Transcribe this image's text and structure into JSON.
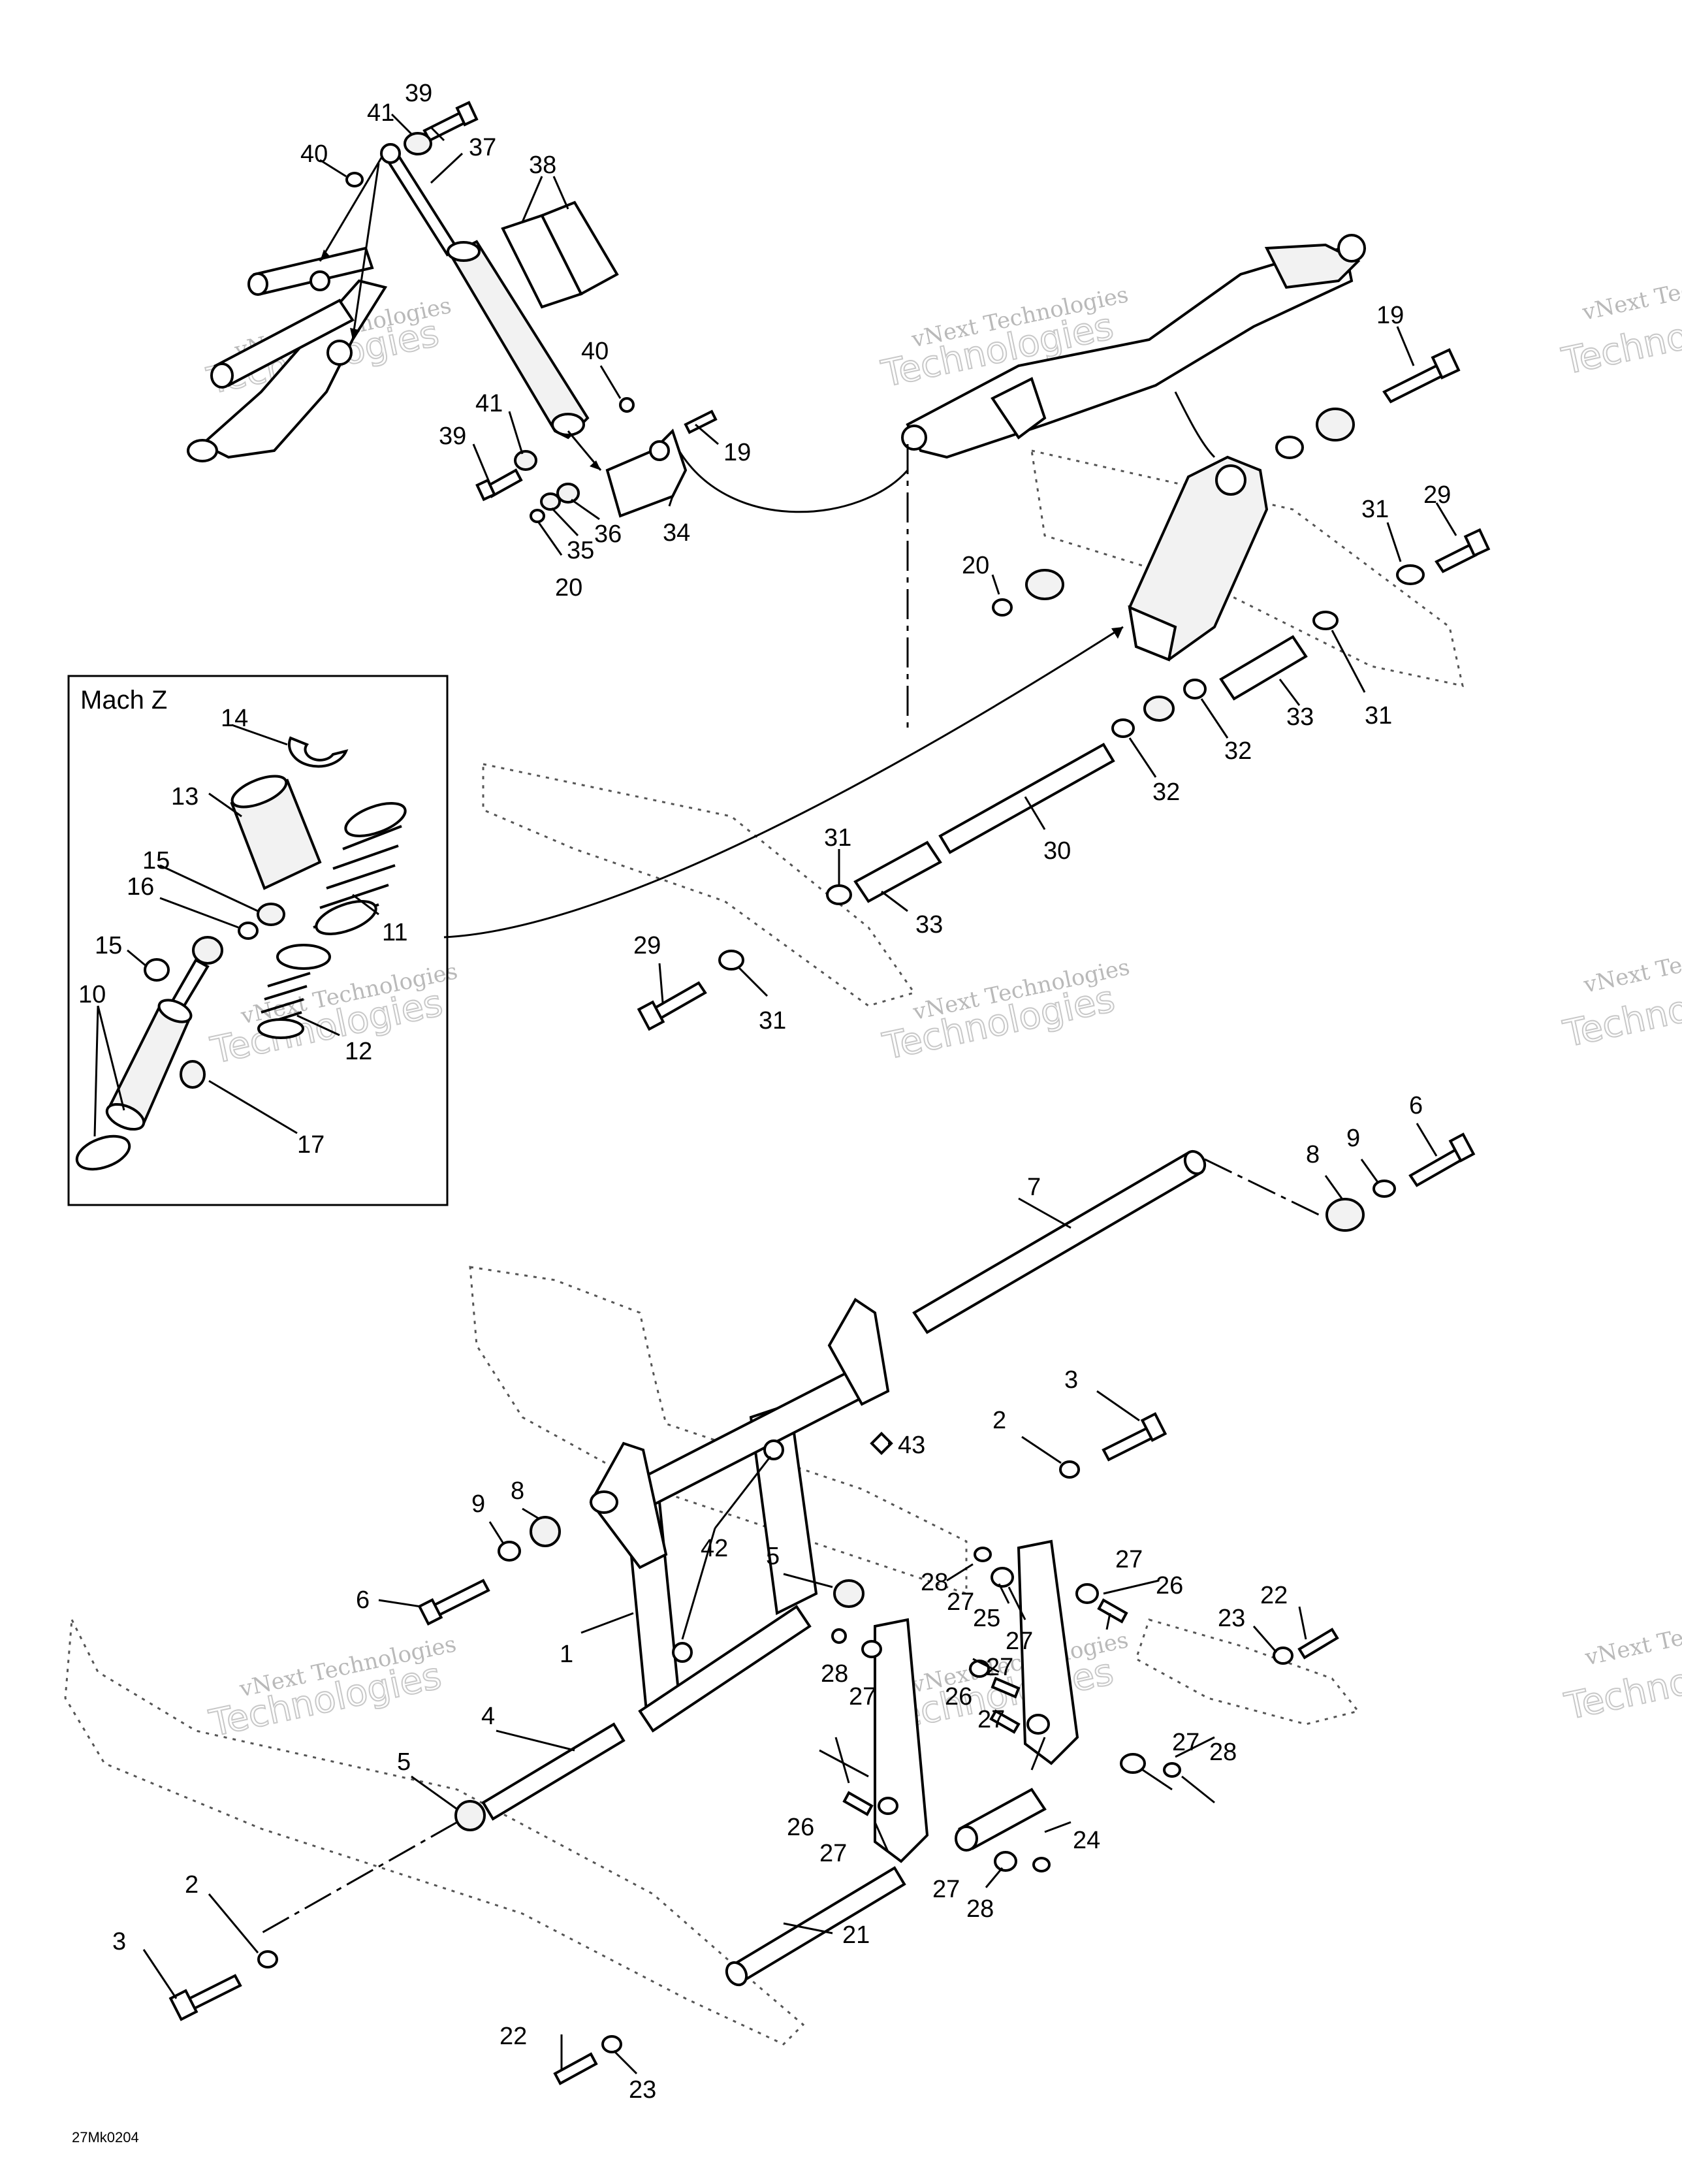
{
  "inset": {
    "title": "Mach Z"
  },
  "drawing_code": "27Mk0204",
  "watermark": {
    "line1": "vNext Technologies",
    "line2": "Technologies"
  },
  "callouts": {
    "n1": "1",
    "n2": "2",
    "n3": "3",
    "n4": "4",
    "n5": "5",
    "n6": "6",
    "n7": "7",
    "n8": "8",
    "n9": "9",
    "n10": "10",
    "n11": "11",
    "n12": "12",
    "n13": "13",
    "n14": "14",
    "n15": "15",
    "n16": "16",
    "n17": "17",
    "n19": "19",
    "n20": "20",
    "n21": "21",
    "n22": "22",
    "n23": "23",
    "n24": "24",
    "n25": "25",
    "n26": "26",
    "n27": "27",
    "n28": "28",
    "n29": "29",
    "n30": "30",
    "n31": "31",
    "n32": "32",
    "n33": "33",
    "n34": "34",
    "n35": "35",
    "n36": "36",
    "n37": "37",
    "n38": "38",
    "n39": "39",
    "n40": "40",
    "n41": "41",
    "n42": "42",
    "n43": "43"
  }
}
